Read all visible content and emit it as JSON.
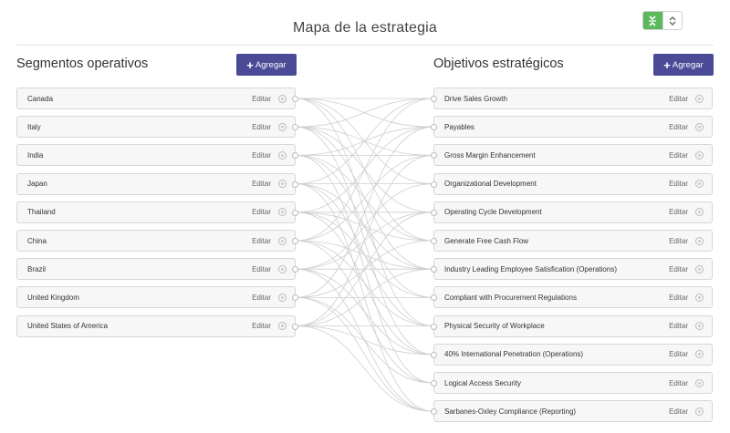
{
  "header": {
    "title": "Mapa de la estrategia",
    "toggle_active_icon": "collapse-icon",
    "toggle_inactive_icon": "expand-icon",
    "toggle_active_color": "#5cb85c"
  },
  "left": {
    "title": "Segmentos operativos",
    "add_label": "Agregar",
    "edit_label": "Editar",
    "items": [
      "Canada",
      "Italy",
      "India",
      "Japan",
      "Thailand",
      "China",
      "Brazil",
      "United Kingdom",
      "United States of America"
    ]
  },
  "right": {
    "title": "Objetivos estratégicos",
    "add_label": "Agregar",
    "edit_label": "Editar",
    "items": [
      "Drive Sales Growth",
      "Payables",
      "Gross Margin Enhancement",
      "Organizational Development",
      "Operating Cycle Development",
      "Generate Free Cash Flow",
      "Industry Leading Employee Satisfication (Operations)",
      "Compliant with Procurement Regulations",
      "Physical Security of Workplace",
      "40% International Penetration (Operations)",
      "Logical Access Security",
      "Sarbanes-Oxley Compliance (Reporting)"
    ]
  },
  "colors": {
    "accent_button": "#4a4a96",
    "link_line": "#cfcfcf"
  },
  "links": [
    [
      0,
      0
    ],
    [
      0,
      1
    ],
    [
      0,
      3
    ],
    [
      0,
      5
    ],
    [
      0,
      8
    ],
    [
      1,
      0
    ],
    [
      1,
      2
    ],
    [
      1,
      4
    ],
    [
      1,
      6
    ],
    [
      1,
      9
    ],
    [
      2,
      1
    ],
    [
      2,
      2
    ],
    [
      2,
      5
    ],
    [
      2,
      7
    ],
    [
      2,
      10
    ],
    [
      3,
      0
    ],
    [
      3,
      3
    ],
    [
      3,
      6
    ],
    [
      3,
      8
    ],
    [
      3,
      11
    ],
    [
      4,
      1
    ],
    [
      4,
      4
    ],
    [
      4,
      5
    ],
    [
      4,
      7
    ],
    [
      4,
      9
    ],
    [
      5,
      0
    ],
    [
      5,
      2
    ],
    [
      5,
      6
    ],
    [
      5,
      8
    ],
    [
      5,
      10
    ],
    [
      6,
      3
    ],
    [
      6,
      4
    ],
    [
      6,
      6
    ],
    [
      6,
      9
    ],
    [
      6,
      11
    ],
    [
      7,
      1
    ],
    [
      7,
      5
    ],
    [
      7,
      7
    ],
    [
      7,
      10
    ],
    [
      7,
      11
    ],
    [
      8,
      2
    ],
    [
      8,
      4
    ],
    [
      8,
      6
    ],
    [
      8,
      8
    ],
    [
      8,
      9
    ],
    [
      8,
      11
    ]
  ]
}
